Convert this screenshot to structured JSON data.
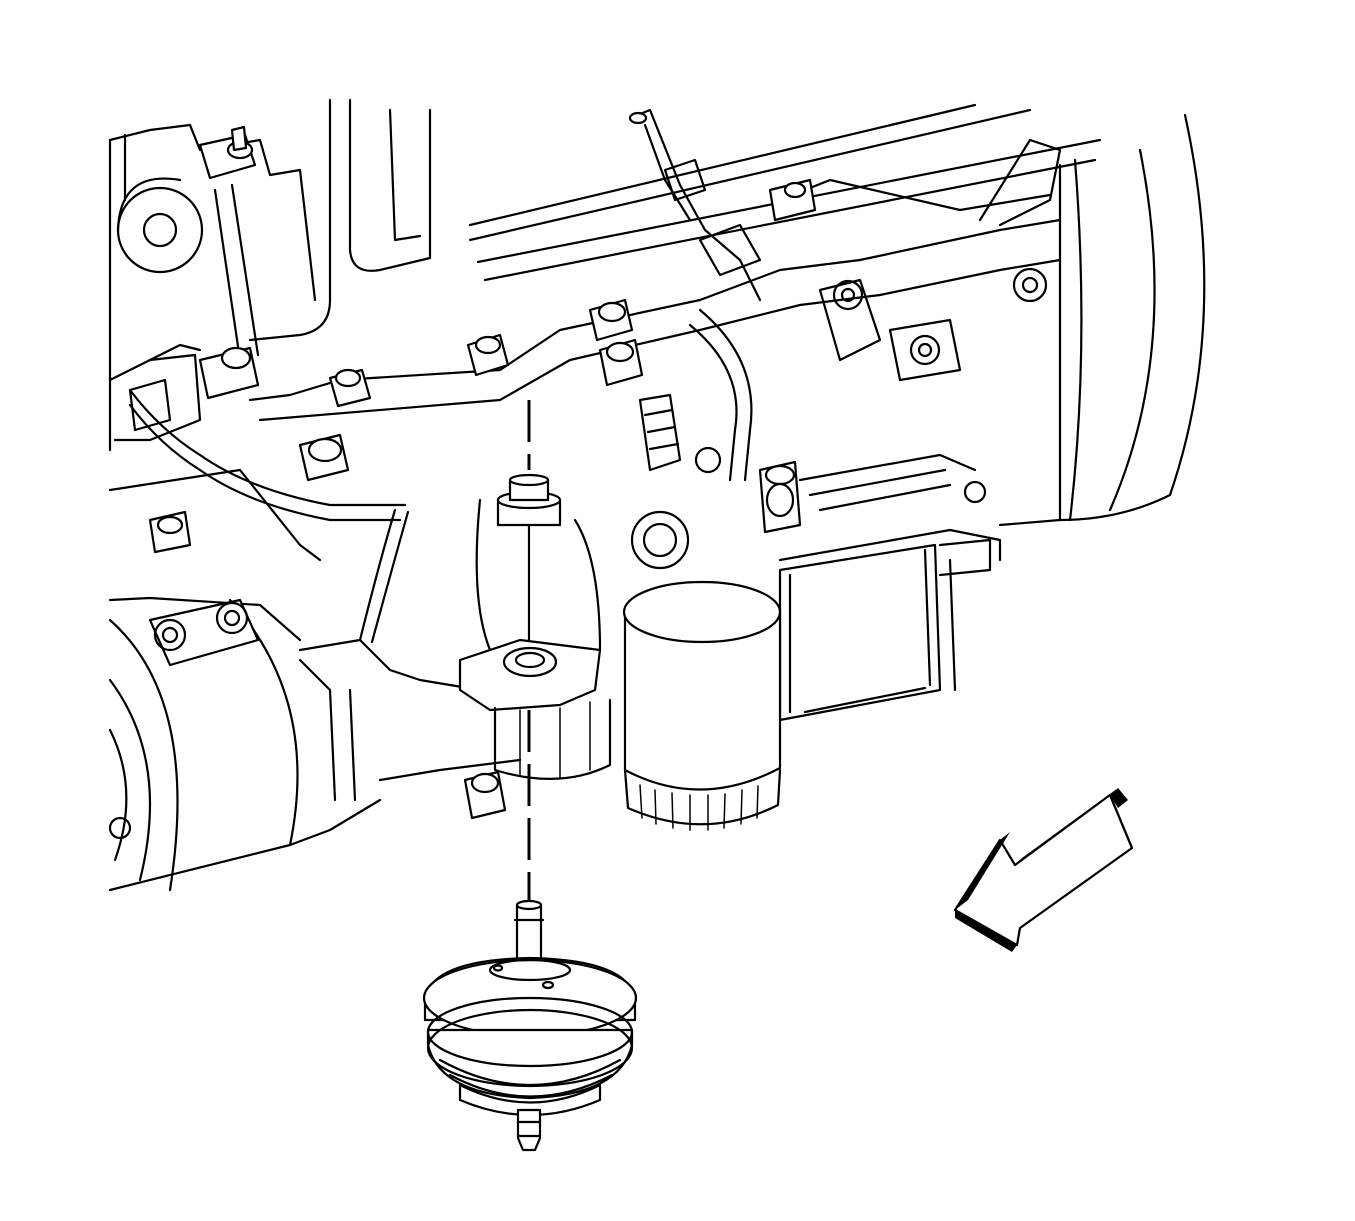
{
  "figure": {
    "background": "#ffffff",
    "line_color": "#000000",
    "icons": [
      "engine-block",
      "oil-filter",
      "engine-mount",
      "bolt",
      "direction-arrow"
    ]
  }
}
